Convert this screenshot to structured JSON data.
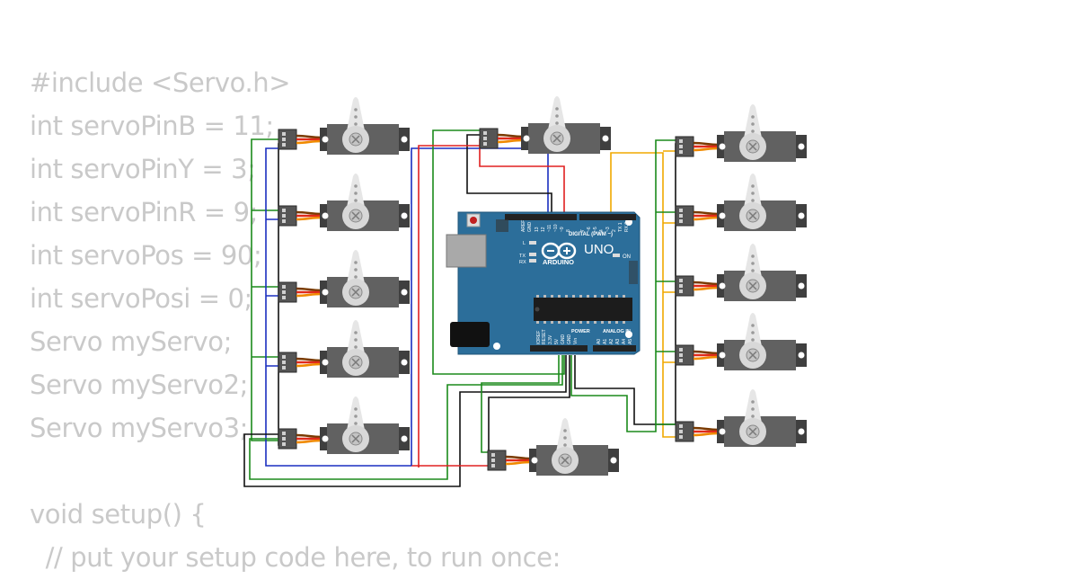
{
  "code_lines": [
    "#include <Servo.h>",
    "int servoPinB = 11;",
    "int servoPinY = 3;",
    "int servoPinR = 9;",
    "int servoPos = 90;",
    "int servoPosi = 0;",
    "Servo myServo;",
    "Servo myServo2;",
    "Servo myServo3;",
    "",
    "void setup() {",
    "  // put your setup code here, to run once:"
  ],
  "board": {
    "brand": "ARDUINO",
    "model": "UNO",
    "digital_header": "DIGITAL (PWM ~)",
    "power_header": "POWER",
    "analog_header": "ANALOG IN",
    "on_label": "ON",
    "led_l": "L",
    "led_tx": "TX",
    "led_rx": "RX",
    "top_pins": [
      "AREF",
      "GND",
      "13",
      "12",
      "~11",
      "~10",
      "~9",
      "8",
      "7",
      "~6",
      "~5",
      "4",
      "~3",
      "2",
      "TX 1",
      "RX 0"
    ],
    "power_pins": [
      "IOREF",
      "RESET",
      "3.3V",
      "5V",
      "GND",
      "GND",
      "Vin"
    ],
    "analog_pins": [
      "A0",
      "A1",
      "A2",
      "A3",
      "A4",
      "A5"
    ]
  },
  "colors": {
    "code_text": "#c9c9c9",
    "board": "#2c6e9a",
    "wire_red": "#e02020",
    "wire_blue": "#1a2fc0",
    "wire_yellow": "#f0a800",
    "wire_green": "#1b8a1b",
    "wire_black": "#111111",
    "servo_body": "#616161",
    "servo_horn": "#e6e6e6"
  },
  "servo_count": 12
}
